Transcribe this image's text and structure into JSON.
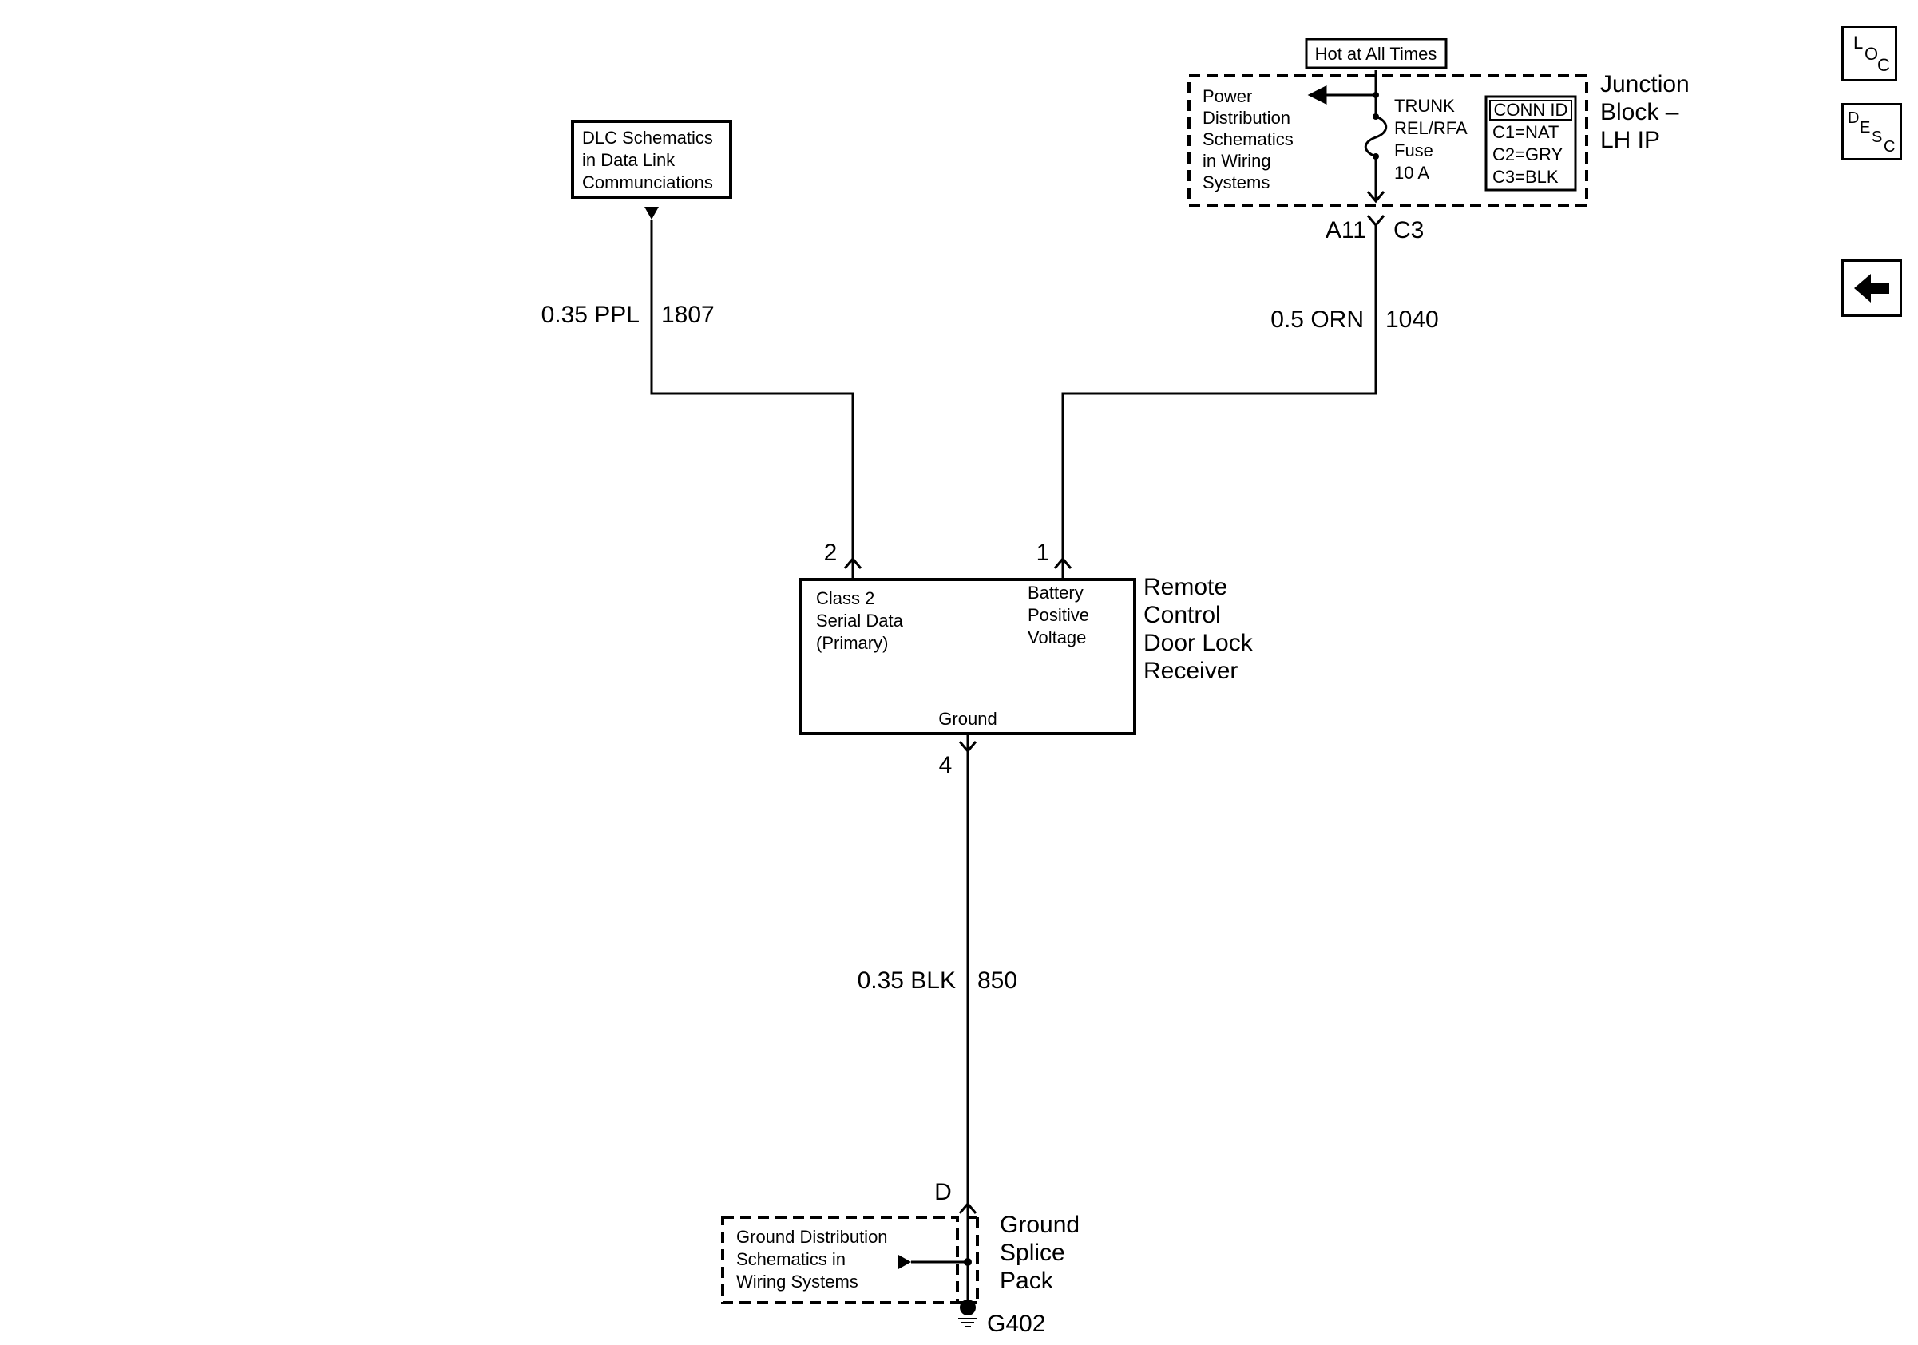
{
  "hot_label": "Hot at All Times",
  "power_ref": [
    "Power",
    "Distribution",
    "Schematics",
    "in Wiring",
    "Systems"
  ],
  "fuse": {
    "lines": [
      "TRUNK",
      "REL/RFA",
      "Fuse",
      "10 A"
    ]
  },
  "conn_id": {
    "header": "CONN ID",
    "rows": [
      "C1=NAT",
      "C2=GRY",
      "C3=BLK"
    ]
  },
  "junction_block": [
    "Junction",
    "Block –",
    "LH IP"
  ],
  "jb_connector": {
    "pin": "A11",
    "conn": "C3"
  },
  "dlc_ref": [
    "DLC Schematics",
    "in Data Link",
    "Communciations"
  ],
  "wires": {
    "w1807": {
      "gauge": "0.35 PPL",
      "circuit": "1807"
    },
    "w1040": {
      "gauge": "0.5 ORN",
      "circuit": "1040"
    },
    "w850": {
      "gauge": "0.35 BLK",
      "circuit": "850"
    }
  },
  "receiver": {
    "name": [
      "Remote",
      "Control",
      "Door Lock",
      "Receiver"
    ],
    "pin2": "2",
    "pin1": "1",
    "pin4": "4",
    "class2": [
      "Class 2",
      "Serial Data",
      "(Primary)"
    ],
    "battery": [
      "Battery",
      "Positive",
      "Voltage"
    ],
    "ground": "Ground"
  },
  "splice": {
    "pin": "D",
    "name": [
      "Ground",
      "Splice",
      "Pack"
    ],
    "ref": [
      "Ground Distribution",
      "Schematics in",
      "Wiring Systems"
    ],
    "ground_id": "G402"
  },
  "nav": {
    "loc": {
      "l1": "L",
      "l2": "O",
      "l3": "C"
    },
    "desc": {
      "l1": "D",
      "l2": "E",
      "l3": "S",
      "l4": "C"
    }
  }
}
